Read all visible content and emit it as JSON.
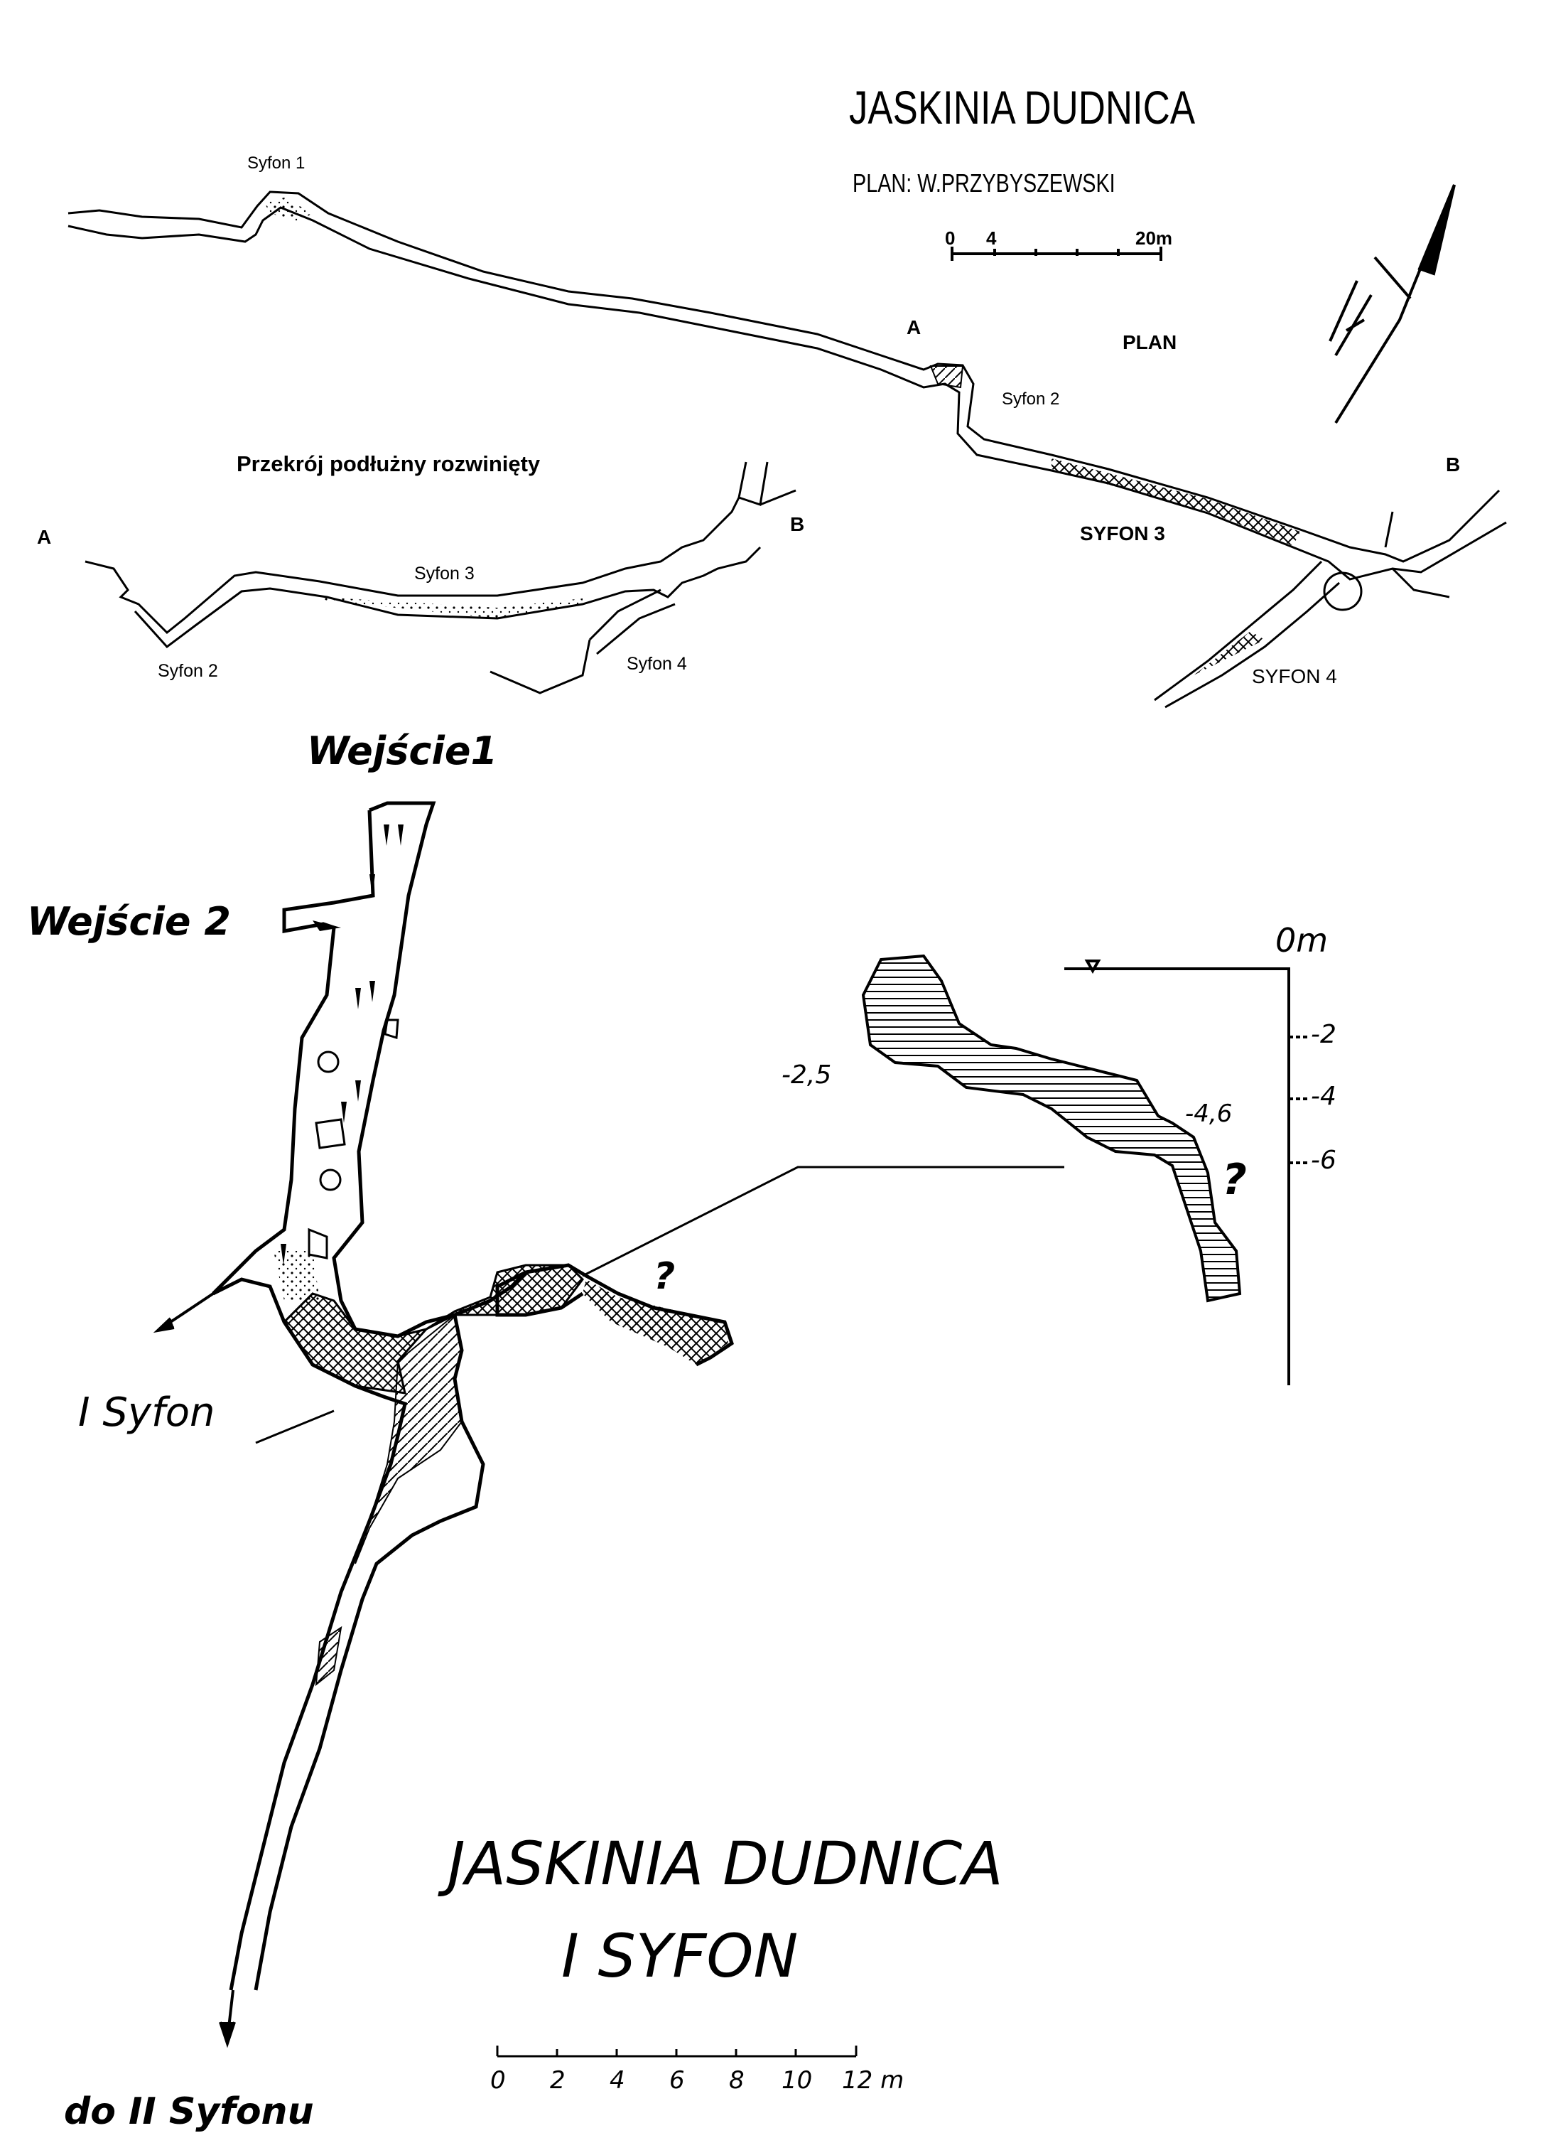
{
  "plan_map": {
    "title": "JASKINIA DUDNICA",
    "author": "PLAN: W.PRZYBYSZEWSKI",
    "scale": {
      "labels": [
        "0",
        "4",
        "20m"
      ]
    },
    "plan_label": "PLAN",
    "point_a": "A",
    "point_b": "B",
    "syfon1": "Syfon 1",
    "syfon2": "Syfon 2",
    "syfon3": "SYFON 3",
    "syfon4": "SYFON 4"
  },
  "section": {
    "title": "Przekrój podłużny rozwinięty",
    "point_a": "A",
    "point_b": "B",
    "syfon2": "Syfon 2",
    "syfon3": "Syfon 3",
    "syfon4": "Syfon 4"
  },
  "detail_map": {
    "entrance1": "Wejście1",
    "entrance2": "Wejście 2",
    "syfon1": "I Syfon",
    "to_next": "do II Syfonu",
    "unknown_mark": "?",
    "title_line1": "JASKINIA DUDNICA",
    "title_line2": "I SYFON",
    "scale": {
      "labels": [
        "0",
        "2",
        "4",
        "6",
        "8",
        "10",
        "12 m"
      ]
    },
    "profile": {
      "zero_label": "0m",
      "depth_ticks": [
        "-2",
        "-4",
        "-6"
      ],
      "depth_left": "-2,5",
      "depth_right": "-4,6",
      "unknown_mark": "?"
    }
  }
}
